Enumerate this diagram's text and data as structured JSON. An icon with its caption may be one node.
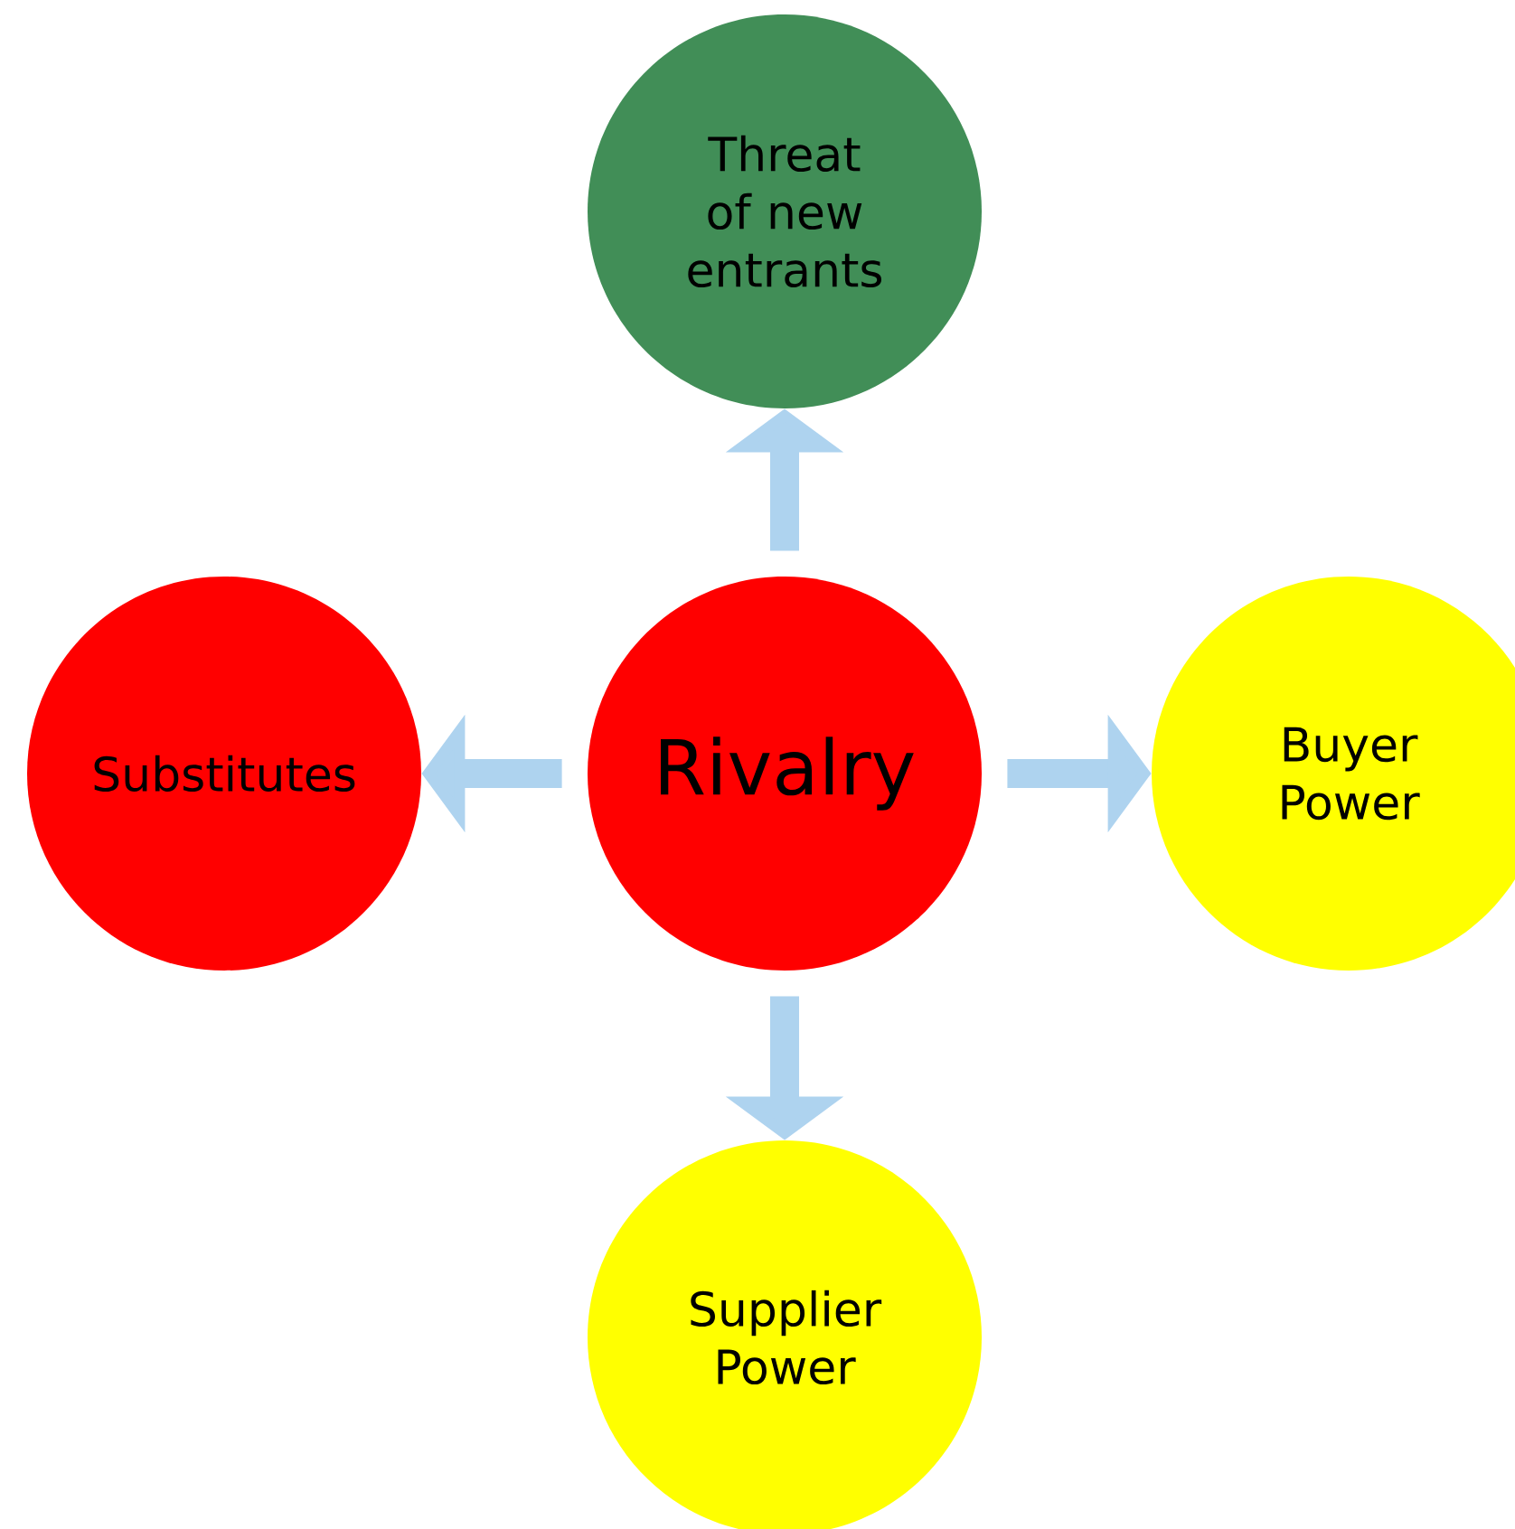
{
  "diagram": {
    "nodes": [
      {
        "text": [
          "Threat of new entrants"
        ]
      },
      {
        "text": [
          "Substitutes"
        ]
      },
      {
        "text": [
          "Rivalry"
        ]
      },
      {
        "text": [
          "Buyer Power"
        ]
      },
      {
        "text": [
          "Supplier Power"
        ]
      }
    ],
    "edges": [
      {
        "from": 2,
        "to": 0,
        "arrow": "to"
      },
      {
        "from": 2,
        "to": 1,
        "arrow": "to"
      },
      {
        "from": 2,
        "to": 3,
        "arrow": "to"
      },
      {
        "from": 2,
        "to": 4,
        "arrow": "to"
      }
    ]
  }
}
